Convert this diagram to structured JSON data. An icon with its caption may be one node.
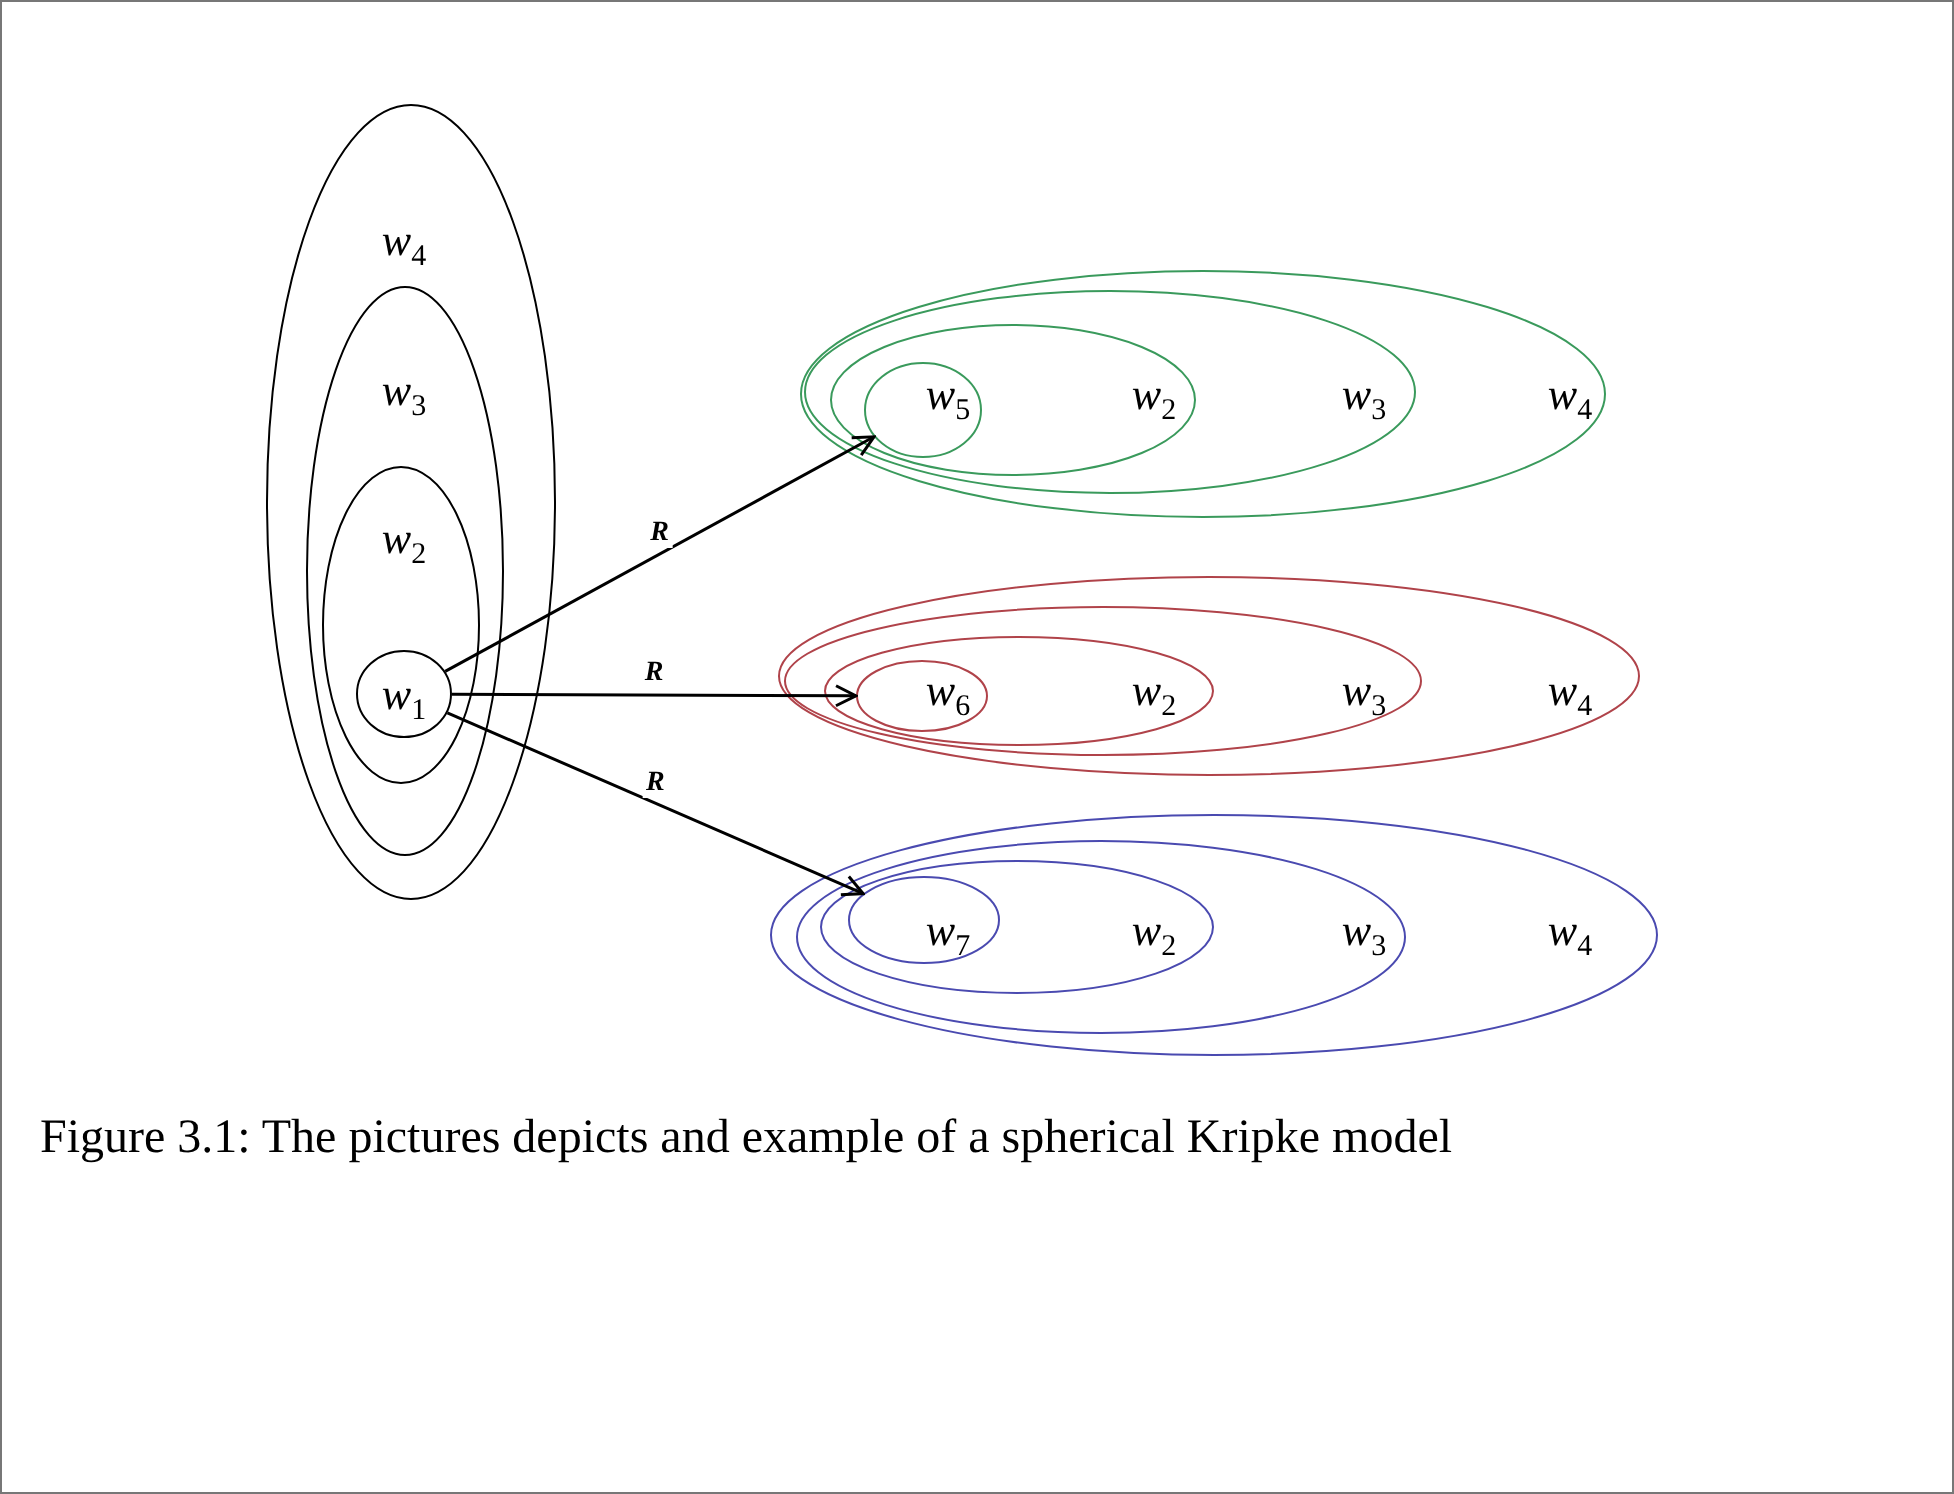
{
  "diagram": {
    "caption": "Figure 3.1: The pictures depicts and example of a spherical Kripke model",
    "nodes": [
      {
        "text": [
          "w$_{4}$"
        ]
      },
      {
        "text": [
          "w$_{3}$"
        ],
        "in": 0
      },
      {
        "text": [
          "w$_{2}$"
        ],
        "in": 1
      },
      {
        "text": [
          "w$_{1}$"
        ],
        "in": 2
      },
      {
        "text": [
          "w$_{4}$"
        ]
      },
      {
        "text": [
          "w$_{3}$"
        ],
        "in": 4
      },
      {
        "text": [
          "w$_{2}$"
        ],
        "in": 5
      },
      {
        "text": [
          "w$_{5}$"
        ],
        "in": 6
      },
      {
        "text": [
          "w$_{4}$"
        ]
      },
      {
        "text": [
          "w$_{3}$"
        ],
        "in": 8
      },
      {
        "text": [
          "w$_{2}$"
        ],
        "in": 9
      },
      {
        "text": [
          "w$_{6}$"
        ],
        "in": 10
      },
      {
        "text": [
          "w$_{4}$"
        ]
      },
      {
        "text": [
          "w$_{3}$"
        ],
        "in": 12
      },
      {
        "text": [
          "w$_{2}$"
        ],
        "in": 13
      },
      {
        "text": [
          "w$_{7}$"
        ],
        "in": 14
      }
    ],
    "edges": [
      {
        "from": 3,
        "to": 7,
        "arrow": "to",
        "label": "R"
      },
      {
        "from": 3,
        "to": 11,
        "arrow": "to",
        "label": "R"
      },
      {
        "from": 3,
        "to": 15,
        "arrow": "to",
        "label": "R"
      }
    ]
  }
}
